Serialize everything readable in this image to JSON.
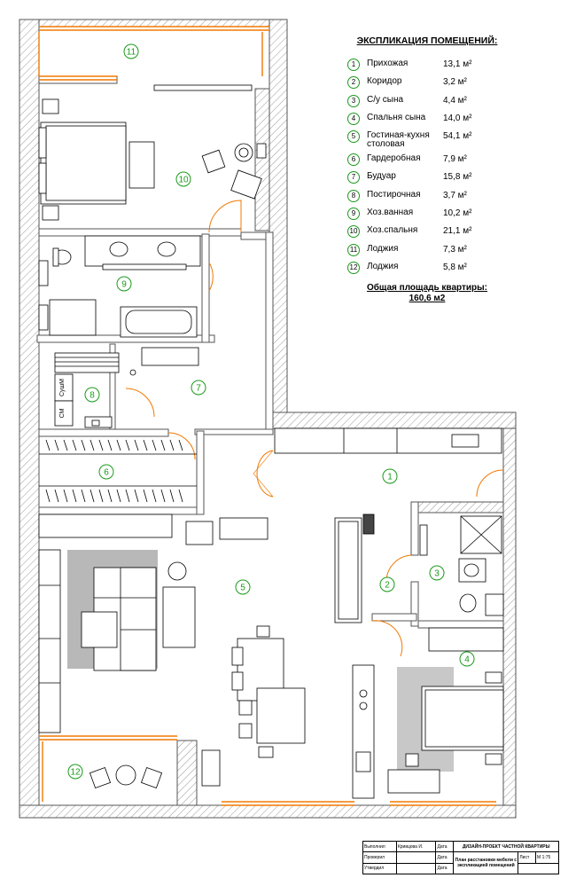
{
  "legend": {
    "title": "ЭКСПЛИКАЦИЯ ПОМЕЩЕНИЙ:",
    "rooms": [
      {
        "num": "1",
        "name": "Прихожая",
        "area": "13,1 м²"
      },
      {
        "num": "2",
        "name": "Коридор",
        "area": "3,2 м²"
      },
      {
        "num": "3",
        "name": "С/у сына",
        "area": "4,4 м²"
      },
      {
        "num": "4",
        "name": "Спальня сына",
        "area": "14,0 м²"
      },
      {
        "num": "5",
        "name": "Гостиная-кухня столовая",
        "area": "54,1 м²"
      },
      {
        "num": "6",
        "name": "Гардеробная",
        "area": "7,9 м²"
      },
      {
        "num": "7",
        "name": "Будуар",
        "area": "15,8 м²"
      },
      {
        "num": "8",
        "name": "Постирочная",
        "area": "3,7 м²"
      },
      {
        "num": "9",
        "name": "Хоз.ванная",
        "area": "10,2 м²"
      },
      {
        "num": "10",
        "name": "Хоз.спальня",
        "area": "21,1 м²"
      },
      {
        "num": "11",
        "name": "Лоджия",
        "area": "7,3 м²"
      },
      {
        "num": "12",
        "name": "Лоджия",
        "area": "5,8 м²"
      }
    ],
    "total_label": "Общая площадь квартиры:",
    "total_value": "160,6 м2"
  },
  "plan_labels": {
    "washer": "СМ",
    "dryer": "СушМ"
  },
  "stamp": {
    "performed": "Выполнил",
    "performer": "Кривцова И.",
    "checked": "Проверил",
    "approved": "Утвердил",
    "date": "Дата",
    "project": "ДИЗАЙН-ПРОЕКТ ЧАСТНОЙ КВАРТИРЫ",
    "sheet_title": "План расстановки мебели с экспликацией помещений",
    "sheet": "Лист",
    "scale_label": "М",
    "scale": "1:75"
  },
  "colors": {
    "wall": "#555555",
    "window": "#f07800",
    "door": "#f07800",
    "marker": "#1a9a1a",
    "rug": "#b8b8b8"
  }
}
